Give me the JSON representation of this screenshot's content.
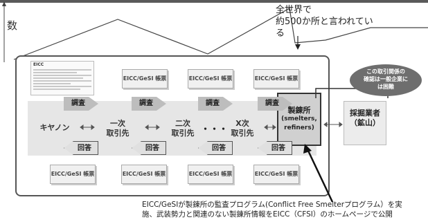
{
  "axis": {
    "label": "数"
  },
  "callout": {
    "text": "全世界で\n約500か所と言われてい\nる"
  },
  "thumbnail": {
    "header": "EICC"
  },
  "documents": {
    "label": "EICC/GeSI 帳票"
  },
  "nodes": {
    "canon": "キヤノン",
    "tier1": "一次\n取引先",
    "tier2": "二次\n取引先",
    "ellipsis": "・・・",
    "tierx": "X次\n取引先",
    "smelter_main": "製錬所",
    "smelter_sub": "(smelters,\nrefiners)",
    "miner": "採掘業者\n（鉱山）"
  },
  "arrows": {
    "survey": "調査",
    "reply": "回答"
  },
  "note": {
    "text": "この取引関係の\n確認は一般企業に\nは困難"
  },
  "bottom_note": {
    "text": "EICC/GeSIが製錬所の監査プログラム(Conflict Free Smelterプログラム）を実\n施、武装勢力と関連のない製錬所情報をEICC（CFSI）のホームページで公開"
  },
  "colors": {
    "frame": "#555555",
    "band": "#e6e6e6",
    "note_fill": "#6e6e6e",
    "smelter_fill": "#d0d0d0"
  }
}
